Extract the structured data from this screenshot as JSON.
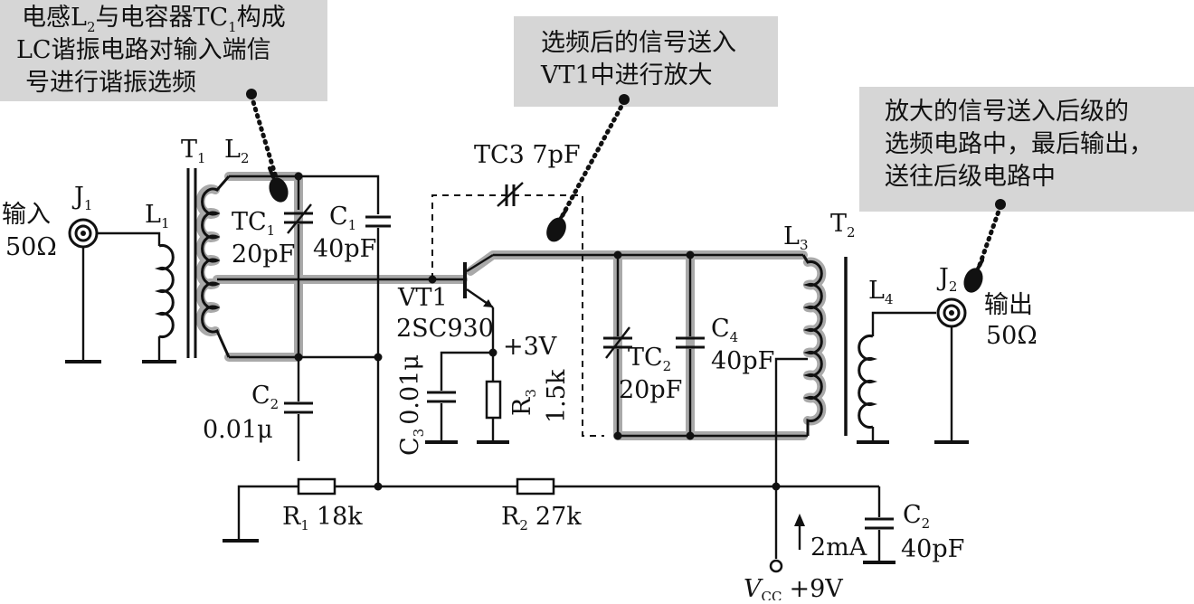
{
  "callouts": {
    "resonance_line1": "电感L",
    "resonance_line1_sub": "2",
    "resonance_line1b": "与电容器TC",
    "resonance_line1b_sub": "1",
    "resonance_line1c": "构成",
    "resonance_line2": "LC谐振电路对输入端信",
    "resonance_line3": "号进行谐振选频",
    "amplify_line1": "选频后的信号送入",
    "amplify_line2": "VT1中进行放大",
    "output_line1": "放大的信号送入后级的",
    "output_line2": "选频电路中，最后输出，",
    "output_line3": "送往后级电路中"
  },
  "labels": {
    "input": "输入",
    "input_imp": "50Ω",
    "j1": "J",
    "j1_sub": "1",
    "l1": "L",
    "l1_sub": "1",
    "t1": "T",
    "t1_sub": "1",
    "l2": "L",
    "l2_sub": "2",
    "tc1": "TC",
    "tc1_sub": "1",
    "tc1_val": "20pF",
    "c1": "C",
    "c1_sub": "1",
    "c1_val": "40pF",
    "c2": "C",
    "c2_sub": "2",
    "c2_val": "0.01μ",
    "r1": "R",
    "r1_sub": "1",
    "r1_val": "18k",
    "r2": "R",
    "r2_sub": "2",
    "r2_val": "27k",
    "tc3": "TC3 7pF",
    "vt1": "VT1",
    "vt1_model": "2SC930",
    "emitter_v": "+3V",
    "c3": "C",
    "c3_sub": "3",
    "c3_val": "0.01μ",
    "r3": "R",
    "r3_sub": "3",
    "r3_val": "1.5k",
    "tc2": "TC",
    "tc2_sub": "2",
    "tc2_val": "20pF",
    "c4": "C",
    "c4_sub": "4",
    "c4_val": "40pF",
    "l3": "L",
    "l3_sub": "3",
    "t2": "T",
    "t2_sub": "2",
    "l4": "L",
    "l4_sub": "4",
    "j2": "J",
    "j2_sub": "2",
    "output": "输出",
    "output_imp": "50Ω",
    "current": "2mA",
    "c2b": "C",
    "c2b_sub": "2",
    "c2b_val": "40pF",
    "vcc": "V",
    "vcc_sub": "CC",
    "vcc_val": "+9V"
  },
  "colors": {
    "callout_bg": "#d6d6d6",
    "highlight": "#a9a9a9",
    "ink": "#111111"
  }
}
